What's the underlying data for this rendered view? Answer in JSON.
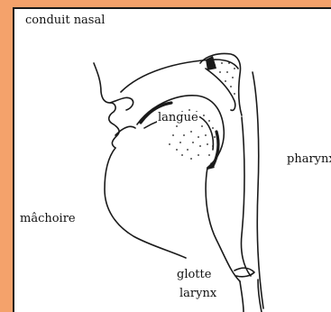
{
  "diagram": {
    "labels": {
      "nasal": "conduit nasal",
      "langue": "langue",
      "pharynx": "pharynx",
      "machoire": "mâchoire",
      "glotte": "glotte",
      "larynx": "larynx"
    },
    "colors": {
      "frame": "#f4a26b",
      "panel": "#ffffff",
      "ink": "#1a1a1a"
    }
  }
}
